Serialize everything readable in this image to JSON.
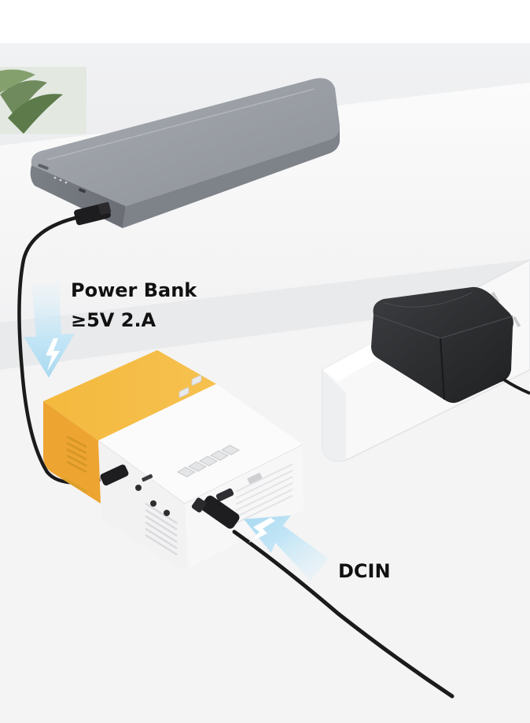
{
  "image": {
    "kind": "product photo",
    "subject": "mini projector powered by a power bank or a wall adapter"
  },
  "callouts": {
    "power_bank": {
      "line1": "Power Bank",
      "line2": "≥5V 2.A"
    },
    "dc_in": {
      "label": "DCIN"
    }
  },
  "icons": {
    "power_bank_arrow": "lightning-arrow-icon",
    "dc_in_arrow": "lightning-arrow-icon"
  },
  "colors": {
    "projector_yellow": "#f3b137",
    "projector_white": "#f7f7f7",
    "power_bank_grey": "#8b8f96",
    "adapter_black": "#2a2a2c",
    "arrow_blue": "#bfe4f5",
    "cable_black": "#1b1b1b"
  }
}
